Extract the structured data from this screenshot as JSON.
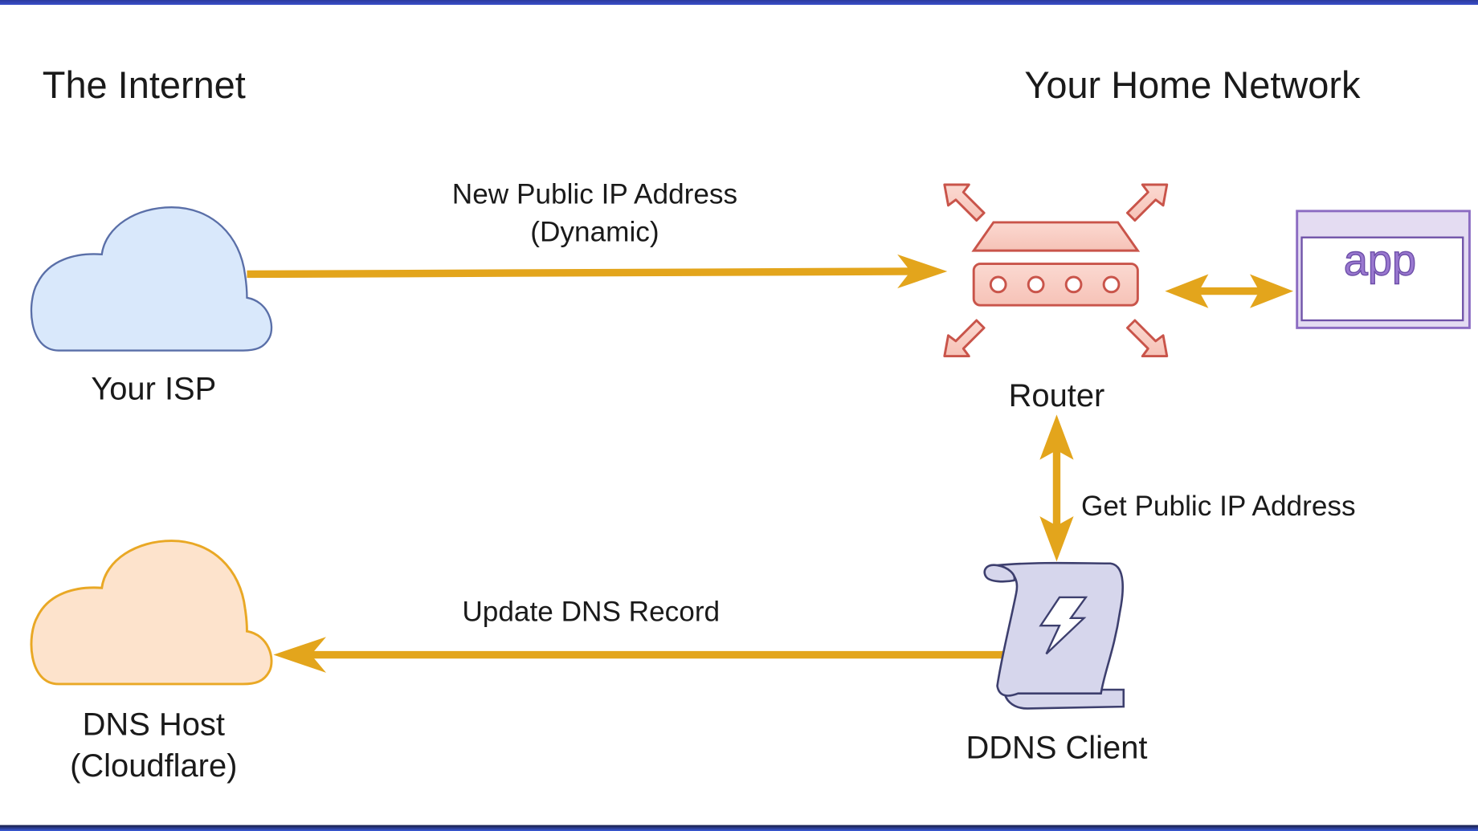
{
  "diagram": {
    "type": "network-flow",
    "sections": {
      "left": "The Internet",
      "right": "Your Home Network"
    },
    "nodes": {
      "isp": {
        "label": "Your ISP",
        "icon": "cloud-icon",
        "fill": "#d9e8fb",
        "stroke": "#5a6fa8"
      },
      "dns_host": {
        "label_line1": "DNS Host",
        "label_line2": "(Cloudflare)",
        "icon": "cloud-icon",
        "fill": "#fde3cc",
        "stroke": "#e9a825"
      },
      "router": {
        "label": "Router",
        "icon": "router-icon",
        "fill": "#f9cfc6",
        "stroke": "#c9544a"
      },
      "app": {
        "label": "app",
        "icon": "app-window-icon",
        "fill": "#e4dcf2",
        "stroke": "#8c6cc2"
      },
      "ddns_client": {
        "label": "DDNS Client",
        "icon": "script-scroll-icon",
        "fill": "#d6d6ec",
        "stroke": "#3d3f6e"
      }
    },
    "edges": [
      {
        "from": "isp",
        "to": "router",
        "label_line1": "New Public IP Address",
        "label_line2": "(Dynamic)",
        "direction": "one-way"
      },
      {
        "from": "router",
        "to": "app",
        "label": "",
        "direction": "two-way"
      },
      {
        "from": "router",
        "to": "ddns_client",
        "label": "Get Public IP Address",
        "direction": "two-way"
      },
      {
        "from": "ddns_client",
        "to": "dns_host",
        "label": "Update DNS Record",
        "direction": "one-way"
      }
    ],
    "colors": {
      "arrow": "#e3a51c",
      "frame": "#3a4fc9",
      "text": "#1a1a1a"
    }
  }
}
